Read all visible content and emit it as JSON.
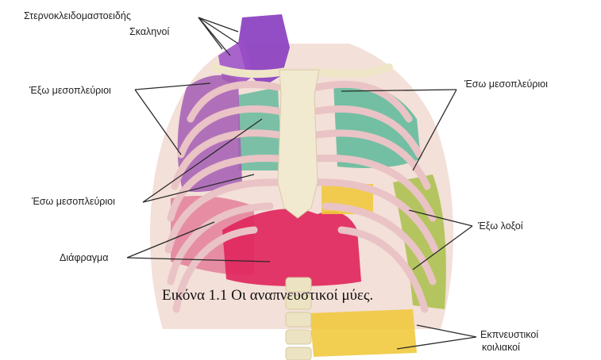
{
  "labels": {
    "scm": "Στερνοκλειδομαστοειδής",
    "scaleni": "Σκαληνοί",
    "ext_left": "Έξω μεσοπλεύριοι",
    "int_right": "Έσω μεσοπλεύριοι",
    "int_left": "Έσω μεσοπλεύριοι",
    "ext_oblique": "Έξω λοξοί",
    "diaphragm": "Διάφραγμα",
    "abdominal_line1": "Εκπνευστικοί",
    "abdominal_line2": "κοιλιακοί"
  },
  "caption": "Εικόνα 1.1 Οι αναπνευστικοί μύες.",
  "colors": {
    "bone": "#f1ead0",
    "rib": "#e9c3c5",
    "intercostal_external": "#a35cb4",
    "intercostal_internal": "#5cb89a",
    "neck_muscles": "#8b3fc0",
    "diaphragm": "#e0245c",
    "oblique": "#a8c04a",
    "abdominal": "#f1c93e"
  }
}
